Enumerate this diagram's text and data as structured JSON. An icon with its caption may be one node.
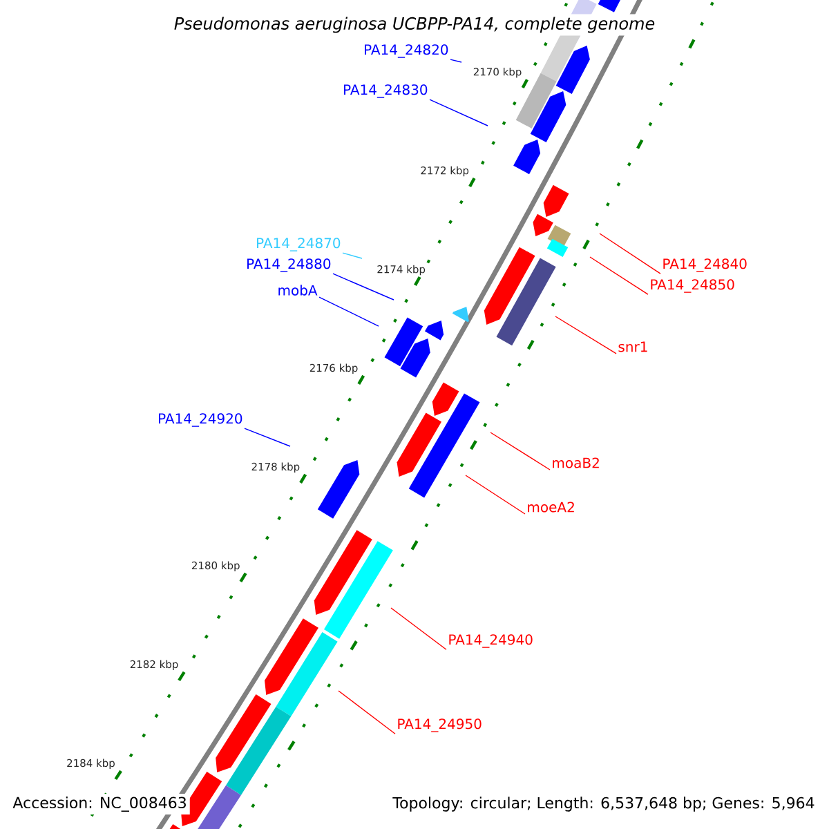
{
  "diagram": {
    "title": "Pseudomonas aeruginosa UCBPP-PA14, complete genome",
    "nodes": [
      {
        "text": [
          "PA14_24820"
        ]
      },
      {
        "text": [
          "PA14_24830"
        ]
      },
      {
        "text": [
          "PA14_24870"
        ]
      },
      {
        "text": [
          "PA14_24880"
        ]
      },
      {
        "text": [
          "mobA"
        ]
      },
      {
        "text": [
          "PA14_24920"
        ]
      },
      {
        "text": [
          "PA14_24840"
        ]
      },
      {
        "text": [
          "PA14_24850"
        ]
      },
      {
        "text": [
          "snr1"
        ]
      },
      {
        "text": [
          "moaB2"
        ]
      },
      {
        "text": [
          "moeA2"
        ]
      },
      {
        "text": [
          "PA14_24940"
        ]
      },
      {
        "text": [
          "PA14_24950"
        ]
      }
    ],
    "edges": [
      {
        "from": 0,
        "to": null,
        "arrow": "none",
        "color": "#0000ff"
      },
      {
        "from": 1,
        "to": null,
        "arrow": "none",
        "color": "#0000ff"
      },
      {
        "from": 2,
        "to": null,
        "arrow": "none",
        "color": "#33ccff"
      },
      {
        "from": 3,
        "to": null,
        "arrow": "none",
        "color": "#0000ff"
      },
      {
        "from": 4,
        "to": null,
        "arrow": "none",
        "color": "#0000ff"
      },
      {
        "from": 5,
        "to": null,
        "arrow": "none",
        "color": "#0000ff"
      },
      {
        "from": 6,
        "to": null,
        "arrow": "none",
        "color": "#ff0000"
      },
      {
        "from": 7,
        "to": null,
        "arrow": "none",
        "color": "#ff0000"
      },
      {
        "from": 8,
        "to": null,
        "arrow": "none",
        "color": "#ff0000"
      },
      {
        "from": 9,
        "to": null,
        "arrow": "none",
        "color": "#ff0000"
      },
      {
        "from": 10,
        "to": null,
        "arrow": "none",
        "color": "#ff0000"
      },
      {
        "from": 11,
        "to": null,
        "arrow": "none",
        "color": "#ff0000"
      },
      {
        "from": 12,
        "to": null,
        "arrow": "none",
        "color": "#ff0000"
      }
    ],
    "labels": [
      "2170 kbp",
      "2172 kbp",
      "2174 kbp",
      "2176 kbp",
      "2178 kbp",
      "2180 kbp",
      "2182 kbp",
      "2184 kbp",
      "Accession: NC_008463",
      "Topology: circular; Length: 6,537,648 bp; Genes: 5,964"
    ]
  }
}
